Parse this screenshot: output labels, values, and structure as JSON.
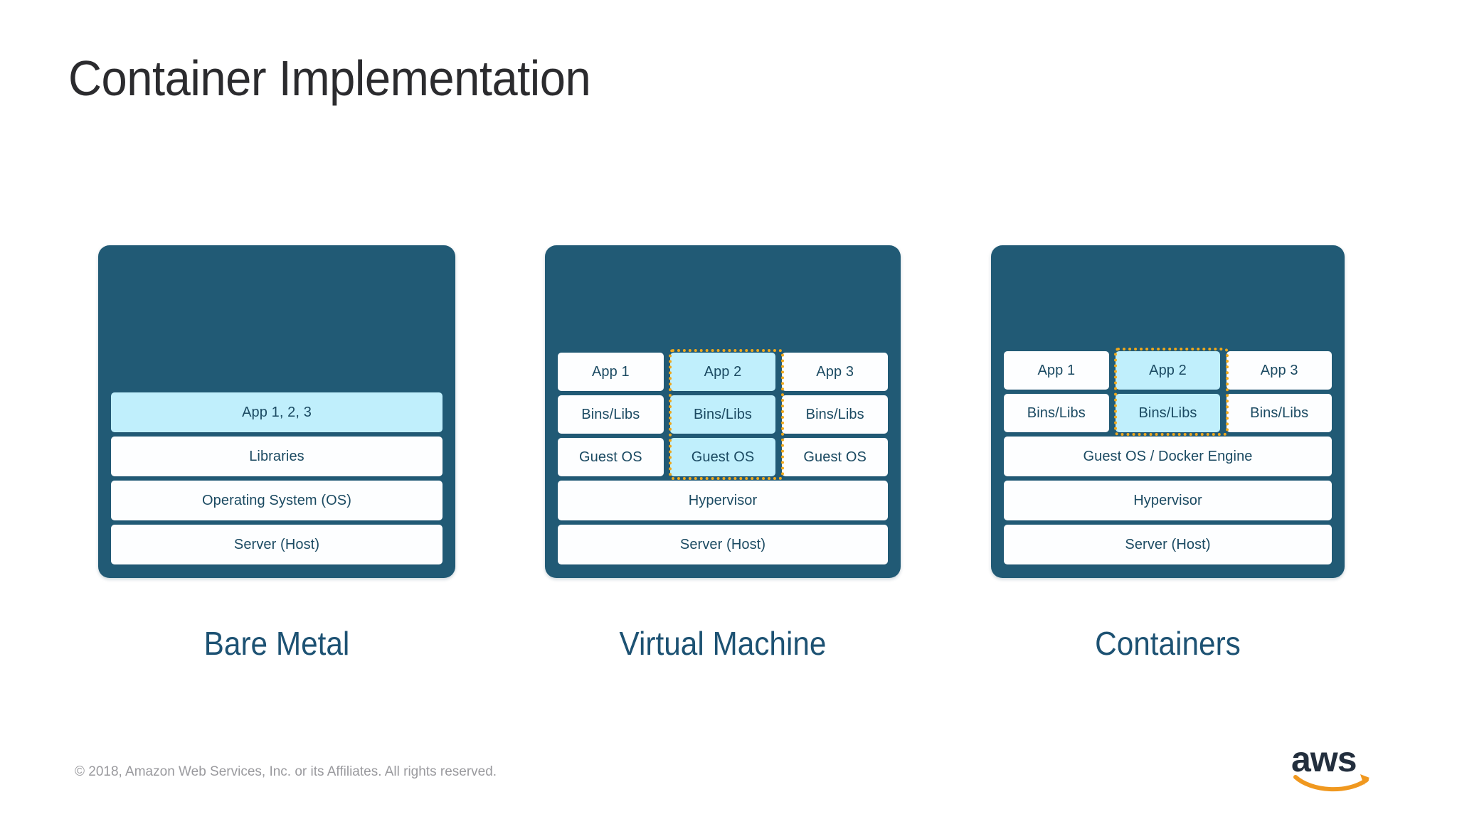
{
  "slide": {
    "title": "Container Implementation",
    "copyright": "© 2018, Amazon Web Services, Inc. or its Affiliates. All rights reserved.",
    "logo": {
      "wordmark": "aws",
      "name": "aws-logo"
    }
  },
  "colors": {
    "panel": "#215A75",
    "box": "#FDFEFF",
    "highlight": "#C0EFFC",
    "outline": "#EFA81C",
    "text": "#1B4A62",
    "caption": "#1D5273",
    "title": "#2B2B2E",
    "footer": "#9A9A9E",
    "logo_dark": "#232F3E",
    "logo_orange": "#F0981F"
  },
  "columns": [
    {
      "id": "bare-metal",
      "caption": "Bare Metal",
      "rows": [
        {
          "label": "App 1, 2, 3",
          "highlight": true
        },
        {
          "label": "Libraries",
          "highlight": false
        },
        {
          "label": "Operating System (OS)",
          "highlight": false
        },
        {
          "label": "Server (Host)",
          "highlight": false
        }
      ]
    },
    {
      "id": "virtual-machine",
      "caption": "Virtual Machine",
      "grid": {
        "highlight_column": 1,
        "cells": [
          [
            "App 1",
            "App 2",
            "App 3"
          ],
          [
            "Bins/Libs",
            "Bins/Libs",
            "Bins/Libs"
          ],
          [
            "Guest OS",
            "Guest OS",
            "Guest OS"
          ]
        ]
      },
      "rows": [
        {
          "label": "Hypervisor",
          "highlight": false
        },
        {
          "label": "Server (Host)",
          "highlight": false
        }
      ]
    },
    {
      "id": "containers",
      "caption": "Containers",
      "grid": {
        "highlight_column": 1,
        "cells": [
          [
            "App 1",
            "App 2",
            "App 3"
          ],
          [
            "Bins/Libs",
            "Bins/Libs",
            "Bins/Libs"
          ]
        ]
      },
      "rows": [
        {
          "label": "Guest OS / Docker Engine",
          "highlight": false
        },
        {
          "label": "Hypervisor",
          "highlight": false
        },
        {
          "label": "Server (Host)",
          "highlight": false
        }
      ]
    }
  ]
}
